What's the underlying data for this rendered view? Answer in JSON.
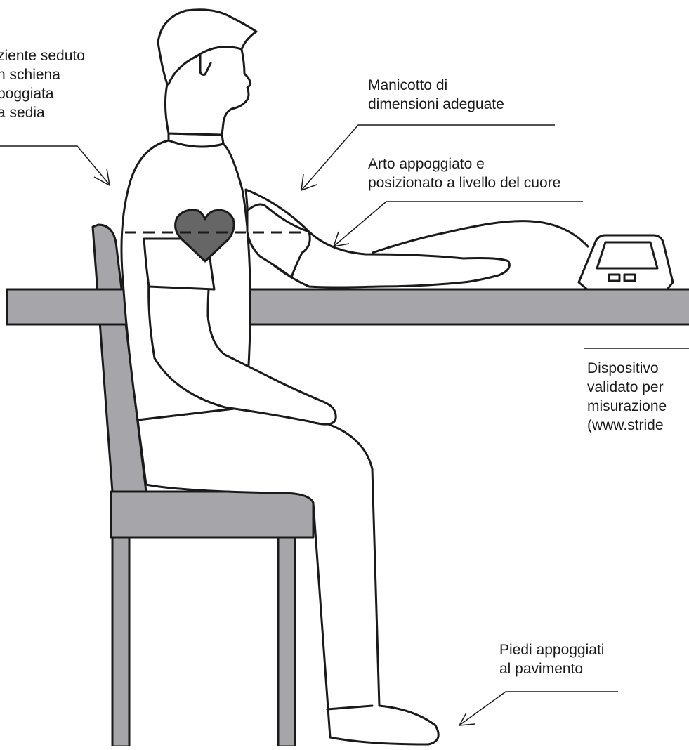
{
  "labels": {
    "seated": {
      "lines": [
        "ziente seduto",
        "n schiena",
        "poggiata",
        "a sedia"
      ]
    },
    "cuff": {
      "lines": [
        "Manicotto di",
        "dimensioni adeguate"
      ]
    },
    "arm": {
      "lines": [
        "Arto appoggiato e",
        "posizionato a livello del cuore"
      ]
    },
    "device": {
      "lines": [
        "Dispositivo",
        "validato per",
        "misurazione",
        "(www.stride"
      ]
    },
    "feet": {
      "lines": [
        "Piedi appoggiati",
        "al pavimento"
      ]
    }
  },
  "colors": {
    "furniture_fill": "#a6a6aa",
    "heart_fill": "#666666",
    "outline": "#1a1a1a",
    "background": "#ffffff"
  },
  "icons": {
    "heart": "heart-icon",
    "monitor": "blood-pressure-monitor-icon"
  }
}
